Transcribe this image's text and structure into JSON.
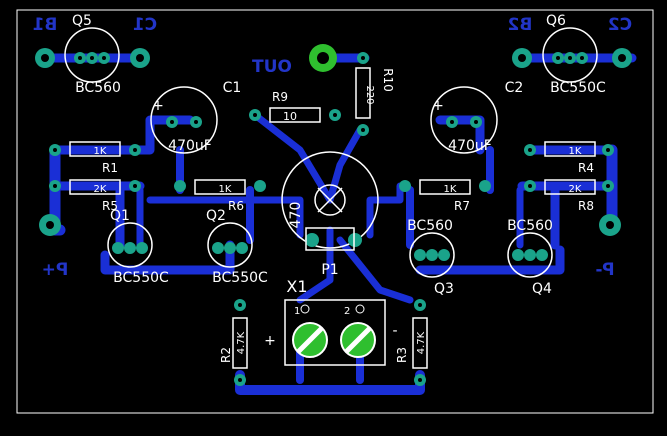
{
  "colors": {
    "background": "#000000",
    "trace": "#1a2fd6",
    "pad": "#1aa38a",
    "copper_green": "#2fbf2f",
    "silk": "#ffffff",
    "mirror_text": "#2235c8"
  },
  "labels": {
    "b1": "B1",
    "c1_bottom": "C1",
    "b2": "B2",
    "c2_bottom": "C2",
    "p_plus": "P+",
    "p_minus": "P-",
    "out": "OUT"
  },
  "components": {
    "q5": {
      "name": "Q5",
      "value": "BC560"
    },
    "q6": {
      "name": "Q6",
      "value": "BC550C"
    },
    "q1": {
      "name": "Q1",
      "value": "BC550C"
    },
    "q2": {
      "name": "Q2",
      "value": "BC550C"
    },
    "q3": {
      "name": "Q3",
      "value": "BC560"
    },
    "q4": {
      "name": "Q4",
      "value": "BC560"
    },
    "c1": {
      "name": "C1",
      "value": "470uF"
    },
    "c2": {
      "name": "C2",
      "value": "470uF"
    },
    "p1": {
      "name": "P1",
      "value": "470"
    },
    "x1": {
      "name": "X1",
      "pin1": "1",
      "pin2": "2"
    },
    "r1": {
      "name": "R1",
      "value": "1K"
    },
    "r5": {
      "name": "R5",
      "value": "2K"
    },
    "r6": {
      "name": "R6",
      "value": "1K"
    },
    "r4": {
      "name": "R4",
      "value": "1K"
    },
    "r8": {
      "name": "R8",
      "value": "2K"
    },
    "r7": {
      "name": "R7",
      "value": "1K"
    },
    "r9": {
      "name": "R9",
      "value": "10"
    },
    "r10": {
      "name": "R10",
      "value": "220"
    },
    "r2": {
      "name": "R2",
      "value": "4.7K"
    },
    "r3": {
      "name": "R3",
      "value": "4.7K"
    }
  },
  "x1_polarity": {
    "plus": "+",
    "minus": "-"
  },
  "cap_polarity": "+"
}
